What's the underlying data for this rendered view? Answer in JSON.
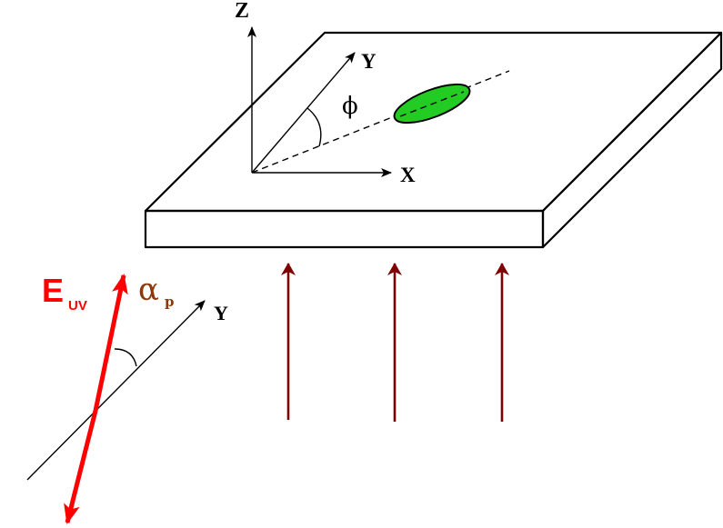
{
  "labels": {
    "z_axis": "Z",
    "y_axis_top": "Y",
    "x_axis": "X",
    "phi": "ϕ",
    "e_main": "E",
    "e_sub": "UV",
    "alpha_main": "α",
    "alpha_sub": "p",
    "y_axis_bottom": "Y"
  },
  "colors": {
    "stroke": "#000000",
    "ellipse_fill": "#22cc22",
    "e_vector": "#ff0000",
    "light_arrows": "#7f0000",
    "alpha_label": "#8b3a0e",
    "background": "#ffffff"
  },
  "light_arrows_count": 3
}
